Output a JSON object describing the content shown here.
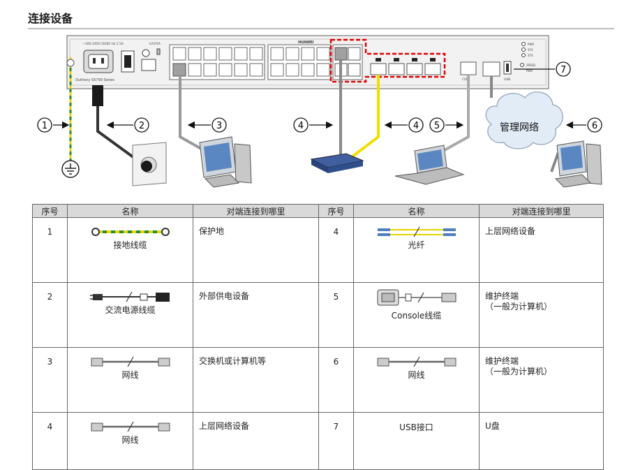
{
  "title": "连接设备",
  "device": {
    "brand": "HUAWEI",
    "model": "Outheny S5700 Series",
    "power_rating": "~100-240V,50/60 Hz 1.5A",
    "dc_rating": "-12V/5A",
    "led_labels": [
      "PWR",
      "SYS",
      "STS"
    ],
    "speed_label": "SPEED",
    "pwr_label": "PWR",
    "usb_label": "USB",
    "con_label": "CON"
  },
  "diagram_labels": {
    "callouts": [
      "1",
      "2",
      "3",
      "4",
      "4",
      "5",
      "6",
      "7"
    ],
    "cloud": "管理网络"
  },
  "table": {
    "headers": [
      "序号",
      "名称",
      "对端连接到哪里",
      "序号",
      "名称",
      "对端连接到哪里"
    ],
    "rows": [
      {
        "left": {
          "seq": "1",
          "name": "接地线缆",
          "icon": "ground-cable-icon",
          "peer": "保护地"
        },
        "right": {
          "seq": "4",
          "name": "光纤",
          "icon": "fiber-icon",
          "peer": "上层网络设备"
        }
      },
      {
        "left": {
          "seq": "2",
          "name": "交流电源线缆",
          "icon": "ac-power-cable-icon",
          "peer": "外部供电设备"
        },
        "right": {
          "seq": "5",
          "name": "Console线缆",
          "icon": "console-cable-icon",
          "peer": "维护终端\n（一般为计算机）"
        }
      },
      {
        "left": {
          "seq": "3",
          "name": "网线",
          "icon": "network-cable-icon",
          "peer": "交换机或计算机等"
        },
        "right": {
          "seq": "6",
          "name": "网线",
          "icon": "network-cable-icon",
          "peer": "维护终端\n（一般为计算机）"
        }
      },
      {
        "left": {
          "seq": "4",
          "name": "网线",
          "icon": "network-cable-icon",
          "peer": "上层网络设备"
        },
        "right": {
          "seq": "7",
          "name": "USB接口",
          "icon": "",
          "peer": "U盘"
        }
      }
    ]
  }
}
